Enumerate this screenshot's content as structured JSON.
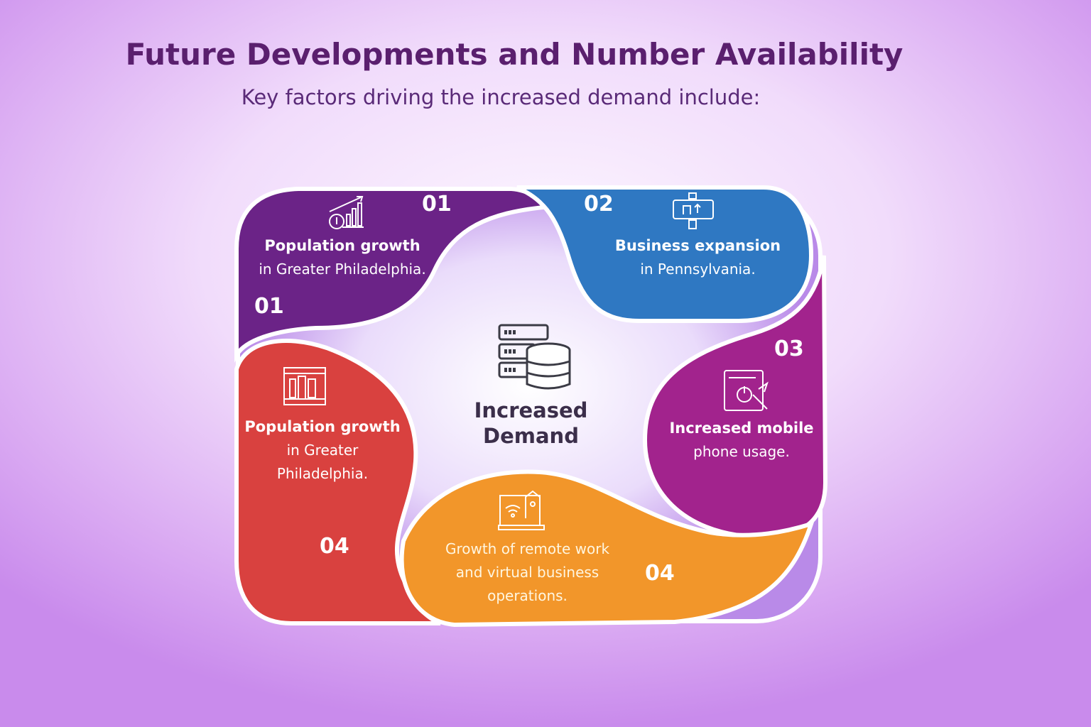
{
  "header": {
    "title": "Future Developments and Number Availability",
    "subtitle": "Key factors driving the increased demand include:"
  },
  "center": {
    "line1": "Increased",
    "line2": "Demand",
    "icon": "server-database-icon"
  },
  "segments": [
    {
      "number": "01",
      "number_secondary": "01",
      "title": "Population growth",
      "text": "in Greater Philadelphia.",
      "color": "#6b2387",
      "icon": "growth-chart-icon"
    },
    {
      "number": "02",
      "title": "Business expansion",
      "text": "in Pennsylvania.",
      "color": "#2f78c2",
      "icon": "signpost-board-icon"
    },
    {
      "number": "03",
      "title": "Increased mobile",
      "text": "phone usage.",
      "color": "#a2238d",
      "icon": "screen-cursor-icon"
    },
    {
      "number": "04",
      "text1": "Growth of remote work",
      "text2": "and virtual business",
      "text3": "operations.",
      "color": "#f2962a",
      "icon": "laptop-wifi-home-icon"
    },
    {
      "number": "04",
      "title": "Population growth",
      "text1": "in Greater",
      "text2": "Philadelphia.",
      "color": "#d9413f",
      "icon": "building-window-icon"
    }
  ]
}
